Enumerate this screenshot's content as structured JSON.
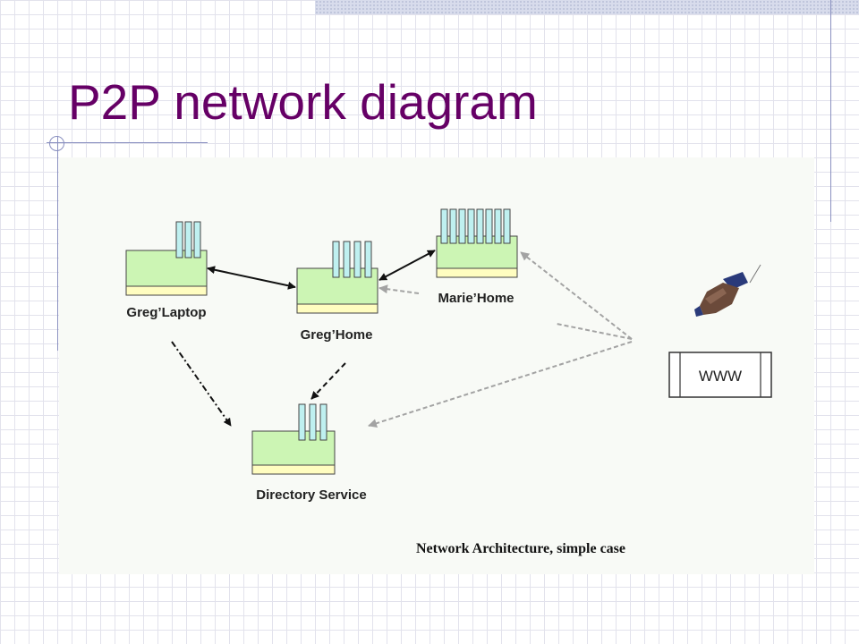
{
  "slide": {
    "title": "P2P network diagram"
  },
  "diagram": {
    "nodes": [
      {
        "id": "greg-laptop",
        "label": "Greg’Laptop"
      },
      {
        "id": "greg-home",
        "label": "Greg’Home"
      },
      {
        "id": "marie-home",
        "label": "Marie’Home"
      },
      {
        "id": "directory-service",
        "label": "Directory Service"
      }
    ],
    "www_label": "WWW",
    "caption": "Network Architecture, simple case",
    "colors": {
      "server_body": "#ccf5b4",
      "server_base": "#fffdc0",
      "server_tabs": "#bff0f0",
      "solid_arrow": "#111111",
      "dashed_arrow": "#a3a3a3"
    },
    "icons": [
      "hand-held-phone-icon"
    ]
  }
}
